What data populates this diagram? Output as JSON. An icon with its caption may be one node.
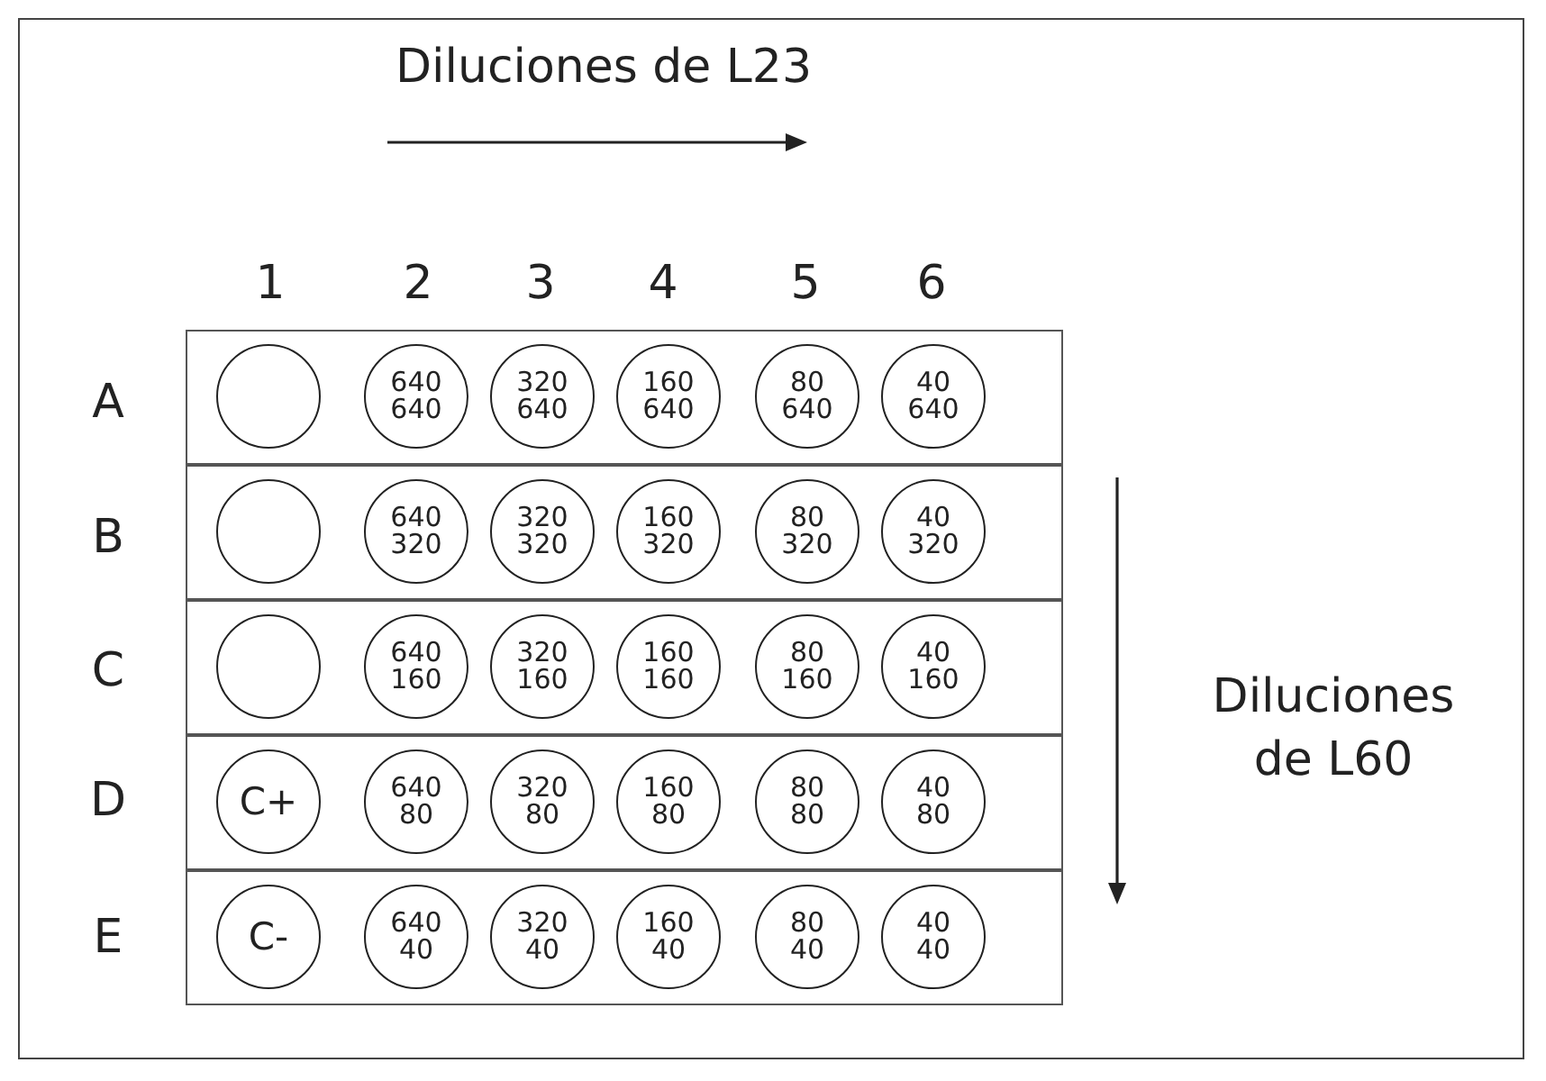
{
  "diagram": {
    "nodes": [
      {
        "text": [],
        "shape": "box"
      },
      {
        "text": [],
        "shape": "circle",
        "in": 0
      },
      {
        "text": [
          "640",
          "640"
        ],
        "in": 0
      },
      {
        "text": [
          "320",
          "640"
        ],
        "in": 0
      },
      {
        "text": [
          "160",
          "640"
        ],
        "in": 0
      },
      {
        "text": [
          "80",
          "640"
        ],
        "in": 0
      },
      {
        "text": [
          "40",
          "640"
        ],
        "in": 0
      },
      {
        "text": [],
        "shape": "box"
      },
      {
        "text": [],
        "shape": "circle",
        "in": 7
      },
      {
        "text": [
          "640",
          "320"
        ],
        "in": 7
      },
      {
        "text": [
          "320",
          "320"
        ],
        "in": 7
      },
      {
        "text": [
          "160",
          "320"
        ],
        "in": 7
      },
      {
        "text": [
          "80",
          "320"
        ],
        "in": 7
      },
      {
        "text": [
          "40",
          "320"
        ],
        "in": 7
      },
      {
        "text": [],
        "shape": "box"
      },
      {
        "text": [],
        "shape": "circle",
        "in": 14
      },
      {
        "text": [
          "640",
          "160"
        ],
        "in": 14
      },
      {
        "text": [
          "320",
          "160"
        ],
        "in": 14
      },
      {
        "text": [
          "160",
          "160"
        ],
        "in": 14
      },
      {
        "text": [
          "80",
          "160"
        ],
        "in": 14
      },
      {
        "text": [
          "40",
          "160"
        ],
        "in": 14
      },
      {
        "text": [],
        "shape": "box"
      },
      {
        "text": [
          "C+"
        ],
        "in": 21
      },
      {
        "text": [
          "640",
          "80"
        ],
        "in": 21
      },
      {
        "text": [
          "320",
          "80"
        ],
        "in": 21
      },
      {
        "text": [
          "160",
          "80"
        ],
        "in": 21
      },
      {
        "text": [
          "80",
          "80"
        ],
        "in": 21
      },
      {
        "text": [
          "40",
          "80"
        ],
        "in": 21
      },
      {
        "text": [],
        "shape": "box"
      },
      {
        "text": [
          "C-"
        ],
        "in": 28
      },
      {
        "text": [
          "640",
          "40"
        ],
        "in": 28
      },
      {
        "text": [
          "320",
          "40"
        ],
        "in": 28
      },
      {
        "text": [
          "160",
          "40"
        ],
        "in": 28
      },
      {
        "text": [
          "80",
          "40"
        ],
        "in": 28
      },
      {
        "text": [
          "40",
          "40"
        ],
        "in": 28
      }
    ],
    "labels": [
      "Diluciones de L23",
      "1",
      "2",
      "3",
      "4",
      "5",
      "6",
      "A",
      "B",
      "C",
      "D",
      "E",
      "Diluciones de L60"
    ]
  }
}
